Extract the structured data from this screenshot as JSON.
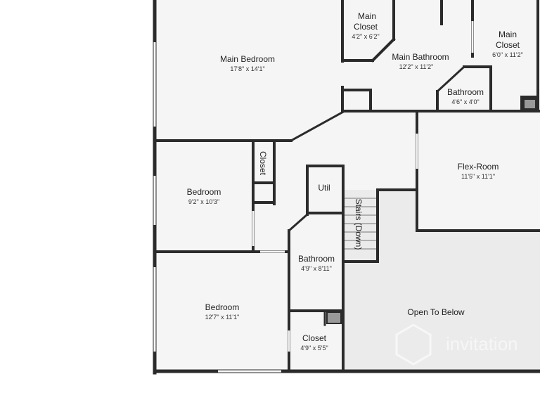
{
  "rooms": {
    "main_bedroom": {
      "name": "Main Bedroom",
      "dims": "17'8\" x 14'1\""
    },
    "main_closet_1": {
      "name_line1": "Main",
      "name_line2": "Closet",
      "dims": "4'2\" x 6'2\""
    },
    "main_bathroom": {
      "name": "Main Bathroom",
      "dims": "12'2\" x 11'2\""
    },
    "main_closet_2": {
      "name_line1": "Main",
      "name_line2": "Closet",
      "dims": "6'0\" x 11'2\""
    },
    "bathroom_small": {
      "name": "Bathroom",
      "dims": "4'6\" x 4'0\""
    },
    "closet_vertical": {
      "name": "Closet"
    },
    "bedroom_1": {
      "name": "Bedroom",
      "dims": "9'2\" x 10'3\""
    },
    "util": {
      "name": "Util"
    },
    "stairs": {
      "name": "Stairs (Down)"
    },
    "flex_room": {
      "name": "Flex-Room",
      "dims": "11'5\" x 11'1\""
    },
    "bathroom_hall": {
      "name": "Bathroom",
      "dims": "4'9\" x 8'11\""
    },
    "bedroom_2": {
      "name": "Bedroom",
      "dims": "12'7\" x 11'1\""
    },
    "closet_hall": {
      "name": "Closet",
      "dims": "4'9\" x 5'5\""
    },
    "open_to_below": {
      "name": "Open To Below"
    }
  },
  "watermark": {
    "text": "invitation"
  },
  "colors": {
    "wall": "#2b2b2b",
    "floor": "#f5f5f5",
    "open_area": "#ebebeb",
    "background": "#ffffff"
  }
}
